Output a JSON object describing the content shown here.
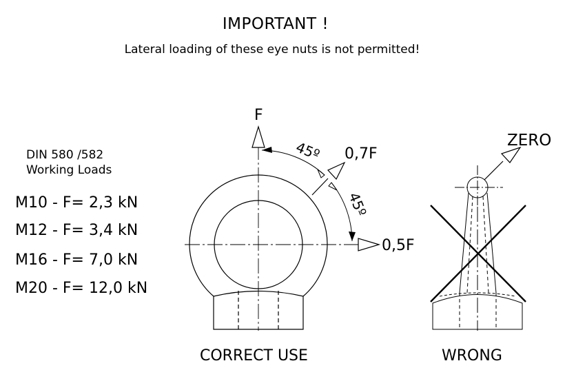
{
  "header": {
    "title": "IMPORTANT !",
    "subtitle": "Lateral loading of these eye nuts is not permitted!"
  },
  "loads": {
    "standard_line1": "DIN 580 /582",
    "standard_line2": "Working Loads",
    "items": [
      "M10 - F= 2,3 kN",
      "M12 - F= 3,4 kN",
      "M16 - F= 7,0 kN",
      "M20 - F= 12,0 kN"
    ]
  },
  "correct": {
    "force_label": "F",
    "angle_label_1": "45º",
    "angle_label_2": "45º",
    "diagonal_label": "0,7F",
    "lateral_label": "0,5F",
    "caption": "CORRECT USE"
  },
  "wrong": {
    "force_label": "ZERO",
    "caption": "WRONG"
  },
  "colors": {
    "ink": "#000000",
    "background": "#ffffff"
  }
}
